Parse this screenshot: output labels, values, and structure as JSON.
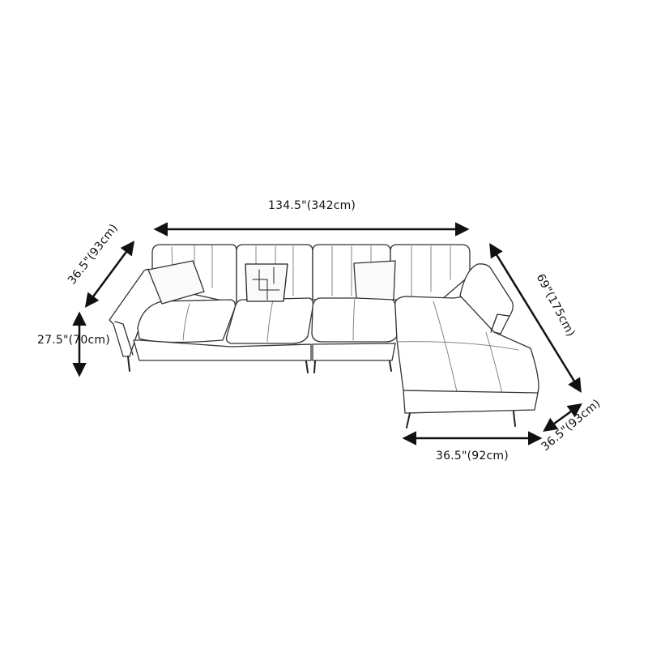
{
  "diagram": {
    "subject": "L-shaped sectional sofa with right-facing chaise",
    "style": "pencil sketch line drawing",
    "colors": {
      "line": "#111111",
      "sketch": "#555555",
      "background": "#ffffff"
    },
    "dimensions": {
      "overall_width": "134.5\"(342cm)",
      "left_depth": "36.5\"(93cm)",
      "height": "27.5\"(70cm)",
      "chaise_length": "69\"(175cm)",
      "chaise_depth": "36.5\"(93cm)",
      "chaise_width": "36.5\"(92cm)"
    },
    "components": [
      "left-arm",
      "seat-1",
      "seat-2",
      "seat-3",
      "chaise",
      "right-arm",
      "pillow-left",
      "pillow-center",
      "pillow-right"
    ]
  }
}
